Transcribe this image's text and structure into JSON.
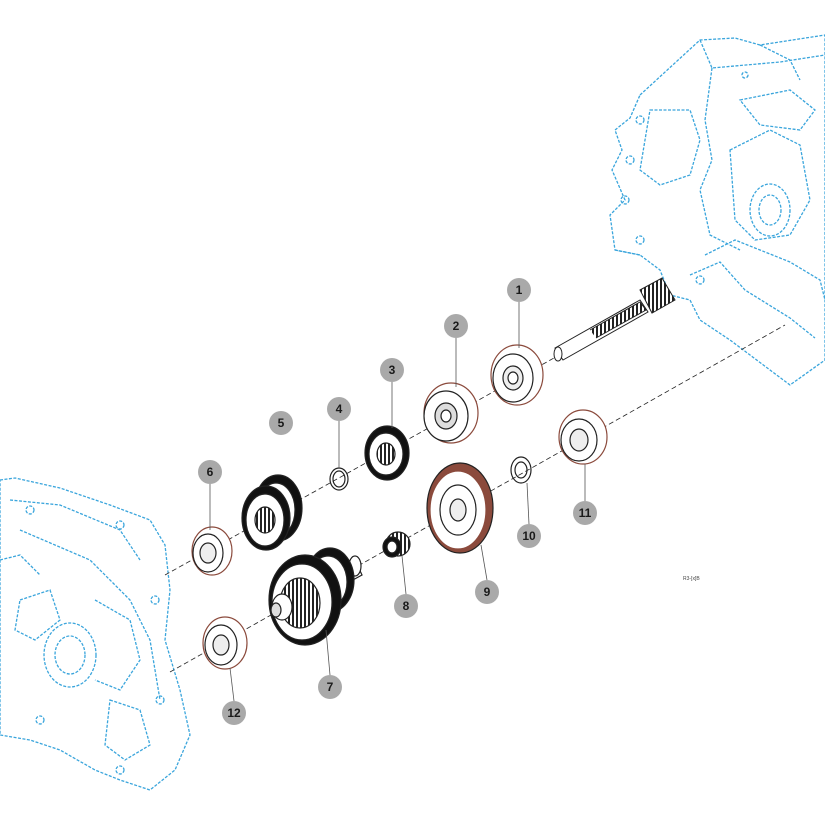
{
  "colors": {
    "housing_outline": "#3aa5dc",
    "part_outline": "#222222",
    "callout_fill": "#a9a9a9",
    "accent_gear": "#8b4a3c",
    "background": "#ffffff"
  },
  "callouts": [
    {
      "label": "1",
      "part": "bearing"
    },
    {
      "label": "2",
      "part": "gear-hub"
    },
    {
      "label": "3",
      "part": "small-gear"
    },
    {
      "label": "4",
      "part": "snap-ring"
    },
    {
      "label": "5",
      "part": "double-gear"
    },
    {
      "label": "6",
      "part": "bearing"
    },
    {
      "label": "7",
      "part": "shaft-gear-cluster"
    },
    {
      "label": "8",
      "part": "needle-bearing"
    },
    {
      "label": "9",
      "part": "large-gear"
    },
    {
      "label": "10",
      "part": "washer"
    },
    {
      "label": "11",
      "part": "bearing"
    },
    {
      "label": "12",
      "part": "bearing"
    }
  ],
  "reference_code": "R3-[x]B"
}
